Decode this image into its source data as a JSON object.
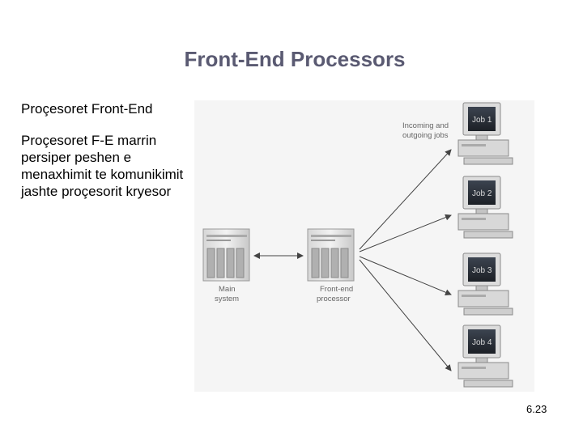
{
  "slide": {
    "title": "Front-End Processors",
    "subheading": "Proçesoret Front-End",
    "body_lines": [
      "Proçesoret F-E marrin",
      "persiper peshen e",
      "menaxhimit te komunikimit",
      "jashte proçesorit kryesor"
    ],
    "slide_number": "6.23"
  },
  "diagram": {
    "incoming_label": [
      "Incoming and",
      "outgoing jobs"
    ],
    "main_system_label": [
      "Main",
      "system"
    ],
    "front_end_label": [
      "Front-end",
      "processor"
    ],
    "jobs": [
      "Job 1",
      "Job 2",
      "Job 3",
      "Job 4"
    ]
  }
}
